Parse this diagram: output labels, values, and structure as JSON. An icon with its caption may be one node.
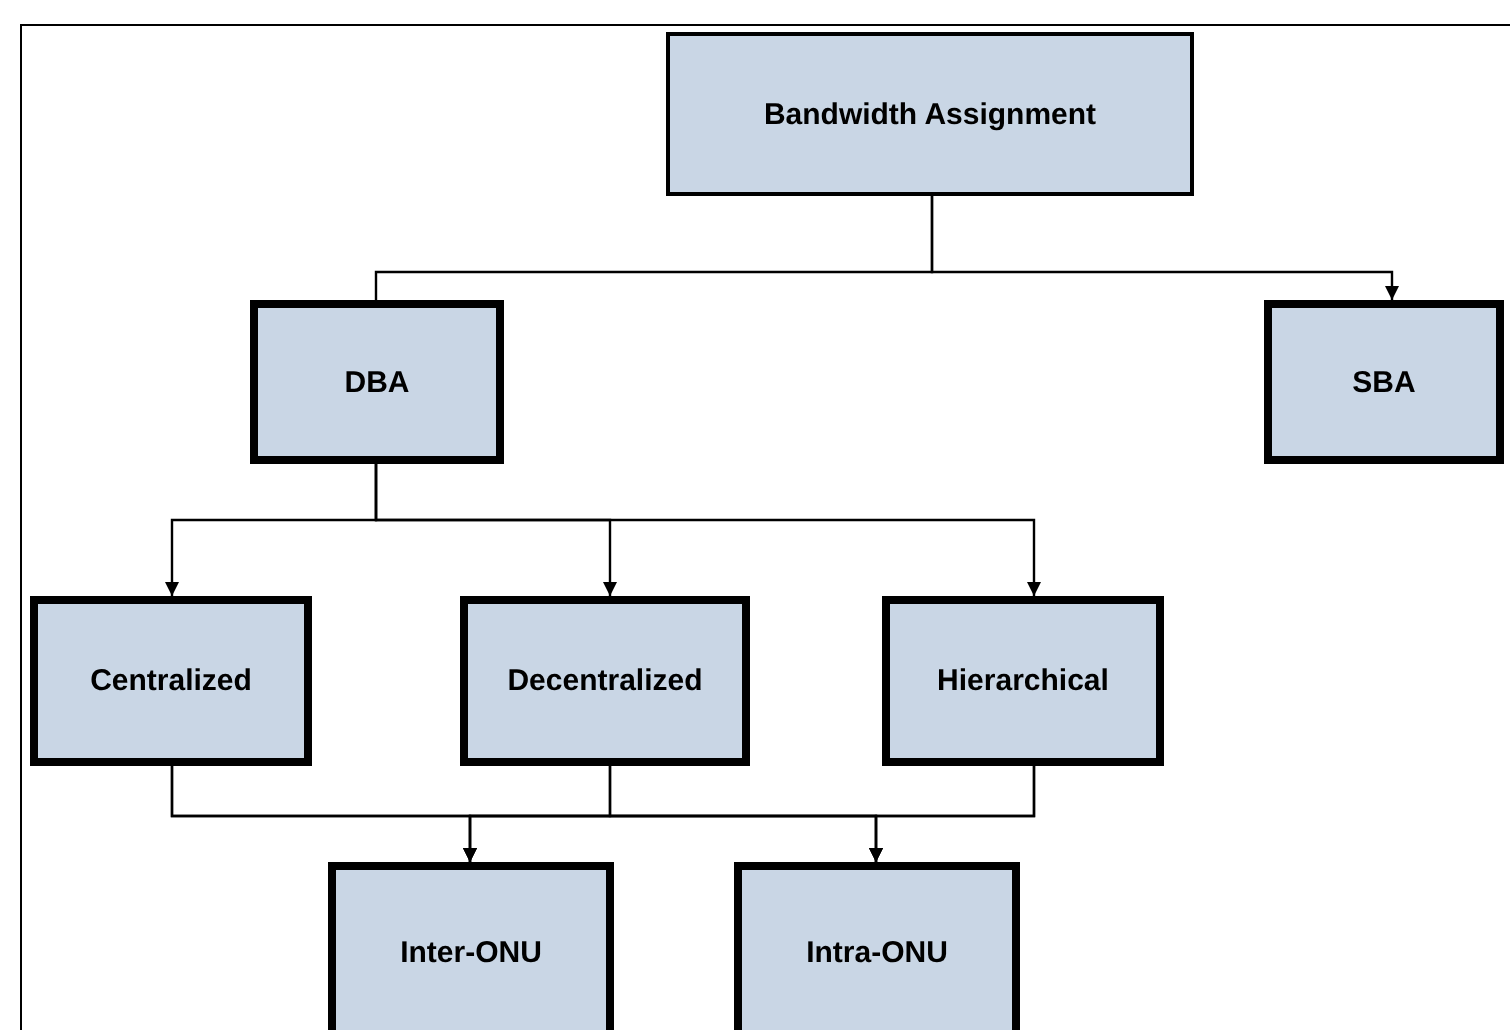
{
  "diagram": {
    "nodes": [
      {
        "text": [
          "Bandwidth Assignment"
        ]
      },
      {
        "text": [
          "DBA"
        ]
      },
      {
        "text": [
          "SBA"
        ]
      },
      {
        "text": [
          "Centralized"
        ]
      },
      {
        "text": [
          "Decentralized"
        ]
      },
      {
        "text": [
          "Hierarchical"
        ]
      },
      {
        "text": [
          "Inter-ONU"
        ]
      },
      {
        "text": [
          "Intra-ONU"
        ]
      }
    ],
    "edges": [
      {
        "from": 0,
        "to": 1,
        "arrow": "none"
      },
      {
        "from": 0,
        "to": 2,
        "arrow": "to"
      },
      {
        "from": 1,
        "to": 3,
        "arrow": "to"
      },
      {
        "from": 1,
        "to": 4,
        "arrow": "to"
      },
      {
        "from": 1,
        "to": 5,
        "arrow": "to"
      },
      {
        "from": 3,
        "to": 6,
        "arrow": "to"
      },
      {
        "from": 3,
        "to": 7,
        "arrow": "to"
      },
      {
        "from": 4,
        "to": 6,
        "arrow": "to"
      },
      {
        "from": 4,
        "to": 7,
        "arrow": "to"
      },
      {
        "from": 5,
        "to": 6,
        "arrow": "to"
      },
      {
        "from": 5,
        "to": 7,
        "arrow": "to"
      }
    ]
  }
}
